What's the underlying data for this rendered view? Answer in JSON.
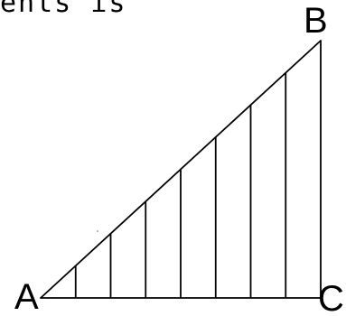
{
  "caption": "ents is",
  "vertices": {
    "a": "A",
    "b": "B",
    "c": "C"
  },
  "subdivisions": 8,
  "colors": {
    "ink": "#000000",
    "background": "#ffffff"
  }
}
